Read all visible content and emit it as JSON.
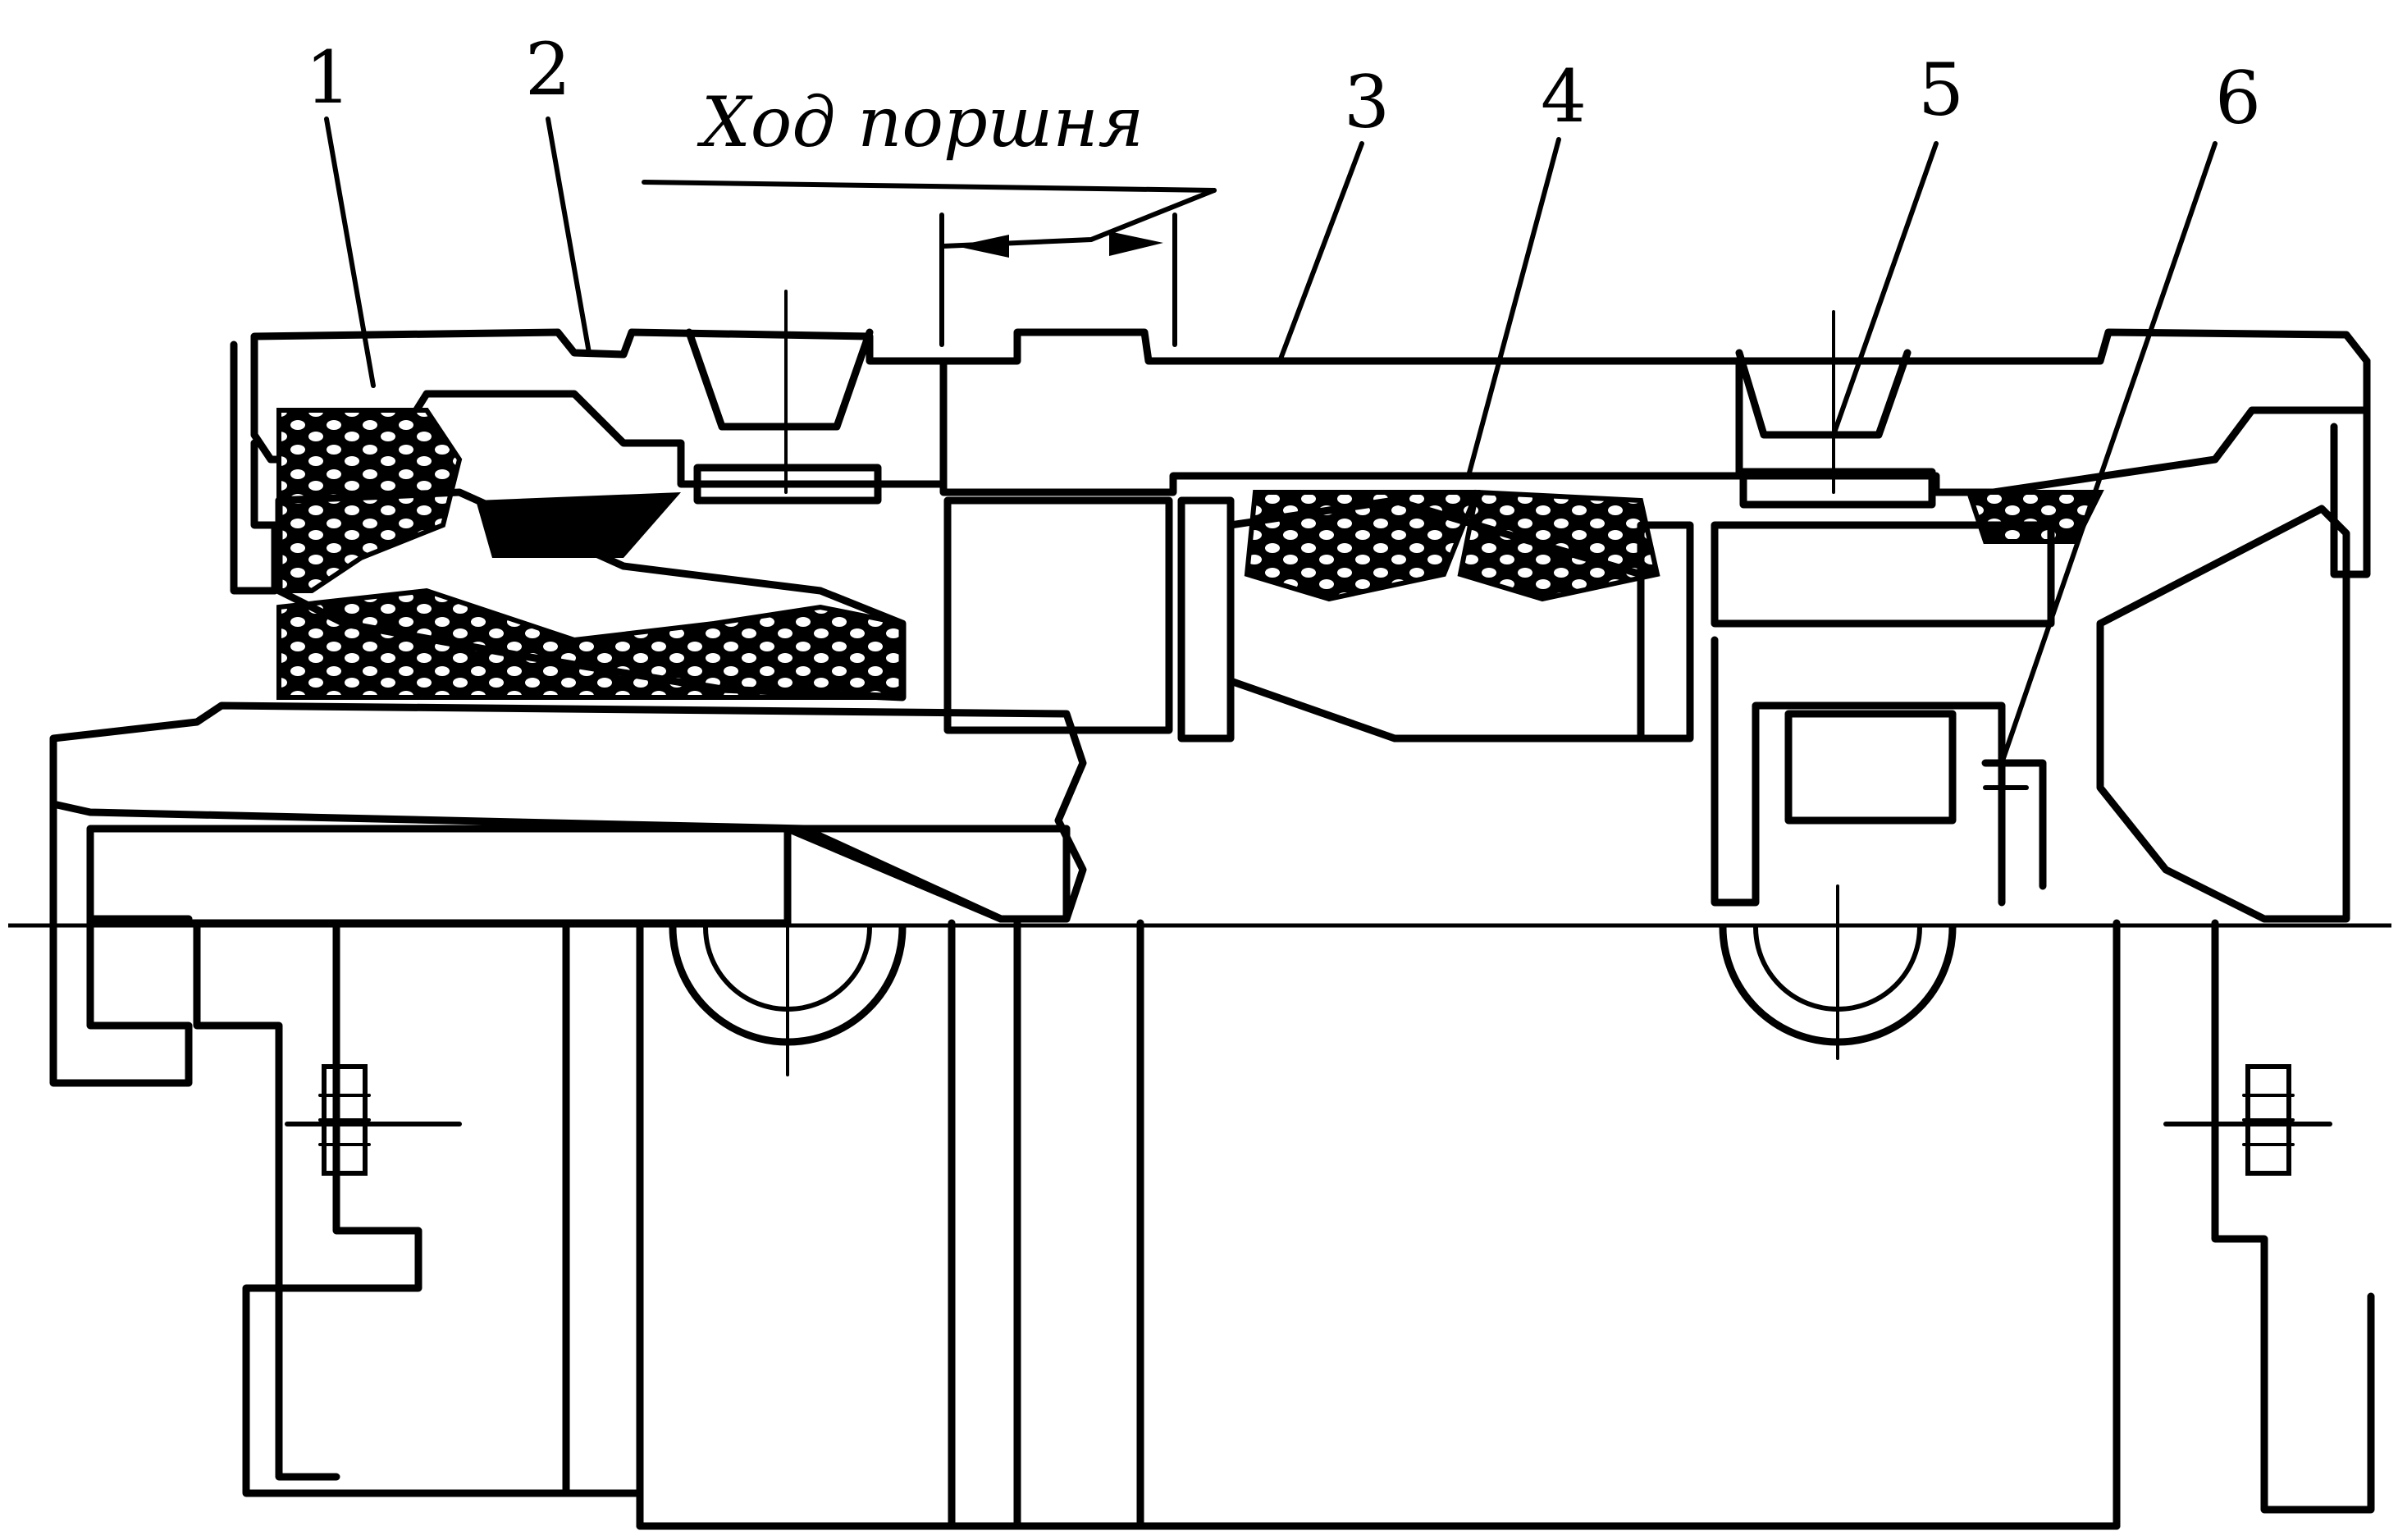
{
  "figure": {
    "stroke_label": "Ход поршня",
    "part_labels": [
      "1",
      "2",
      "3",
      "4",
      "5",
      "6"
    ]
  },
  "colors": {
    "ink": "#000000",
    "paper": "#ffffff"
  }
}
